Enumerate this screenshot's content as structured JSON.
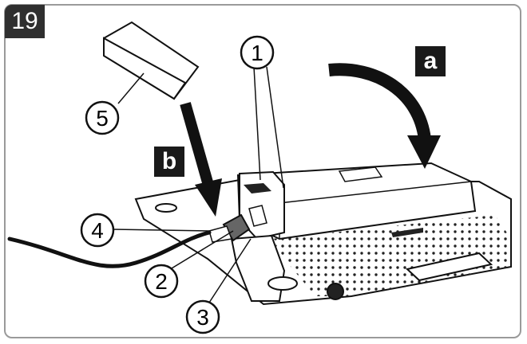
{
  "figure": {
    "number": "19"
  },
  "steps": {
    "a": "a",
    "b": "b"
  },
  "callouts": {
    "c1": "1",
    "c2": "2",
    "c3": "3",
    "c4": "4",
    "c5": "5"
  },
  "colors": {
    "ink": "#111111",
    "frame": "#9a9a9a",
    "badge": "#2f2f2f"
  }
}
